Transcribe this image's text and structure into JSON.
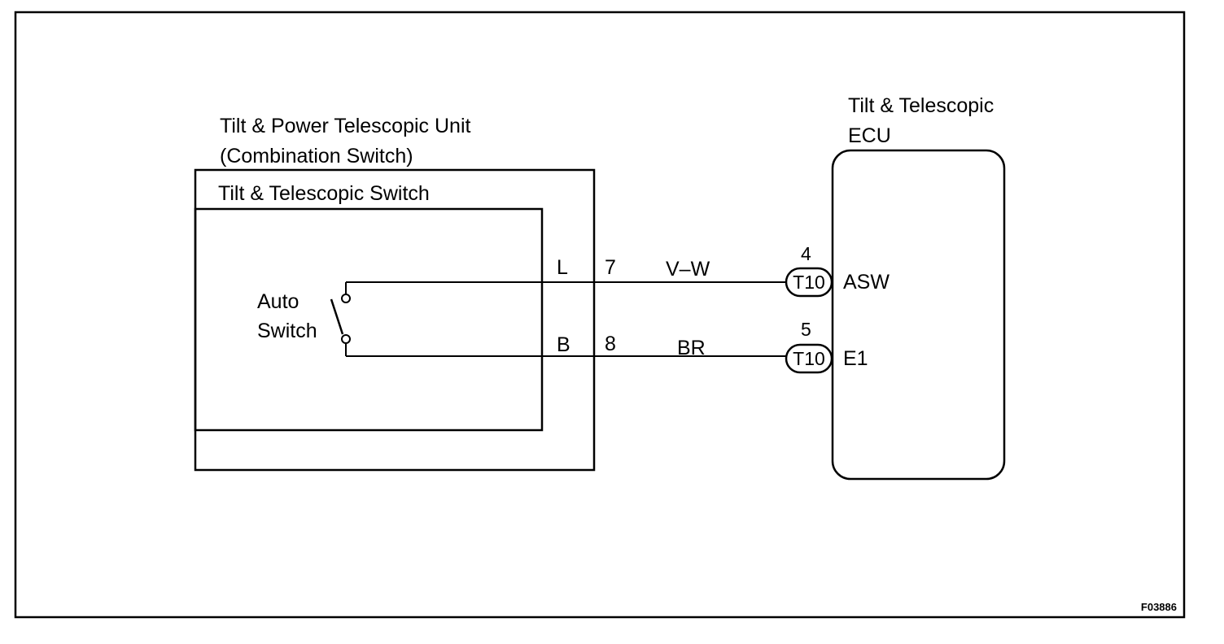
{
  "figure_code": "F03886",
  "unit": {
    "title_line1": "Tilt & Power Telescopic Unit",
    "title_line2": "(Combination Switch)",
    "inner_switch_title": "Tilt & Telescopic Switch",
    "auto_switch_line1": "Auto",
    "auto_switch_line2": "Switch"
  },
  "ecu": {
    "title_line1": "Tilt & Telescopic",
    "title_line2": "ECU"
  },
  "wires": [
    {
      "switch_terminal": "L",
      "unit_pin": "7",
      "color": "V–W",
      "connector": "T10",
      "ecu_pin": "4",
      "ecu_terminal": "ASW"
    },
    {
      "switch_terminal": "B",
      "unit_pin": "8",
      "color": "BR",
      "connector": "T10",
      "ecu_pin": "5",
      "ecu_terminal": "E1"
    }
  ]
}
